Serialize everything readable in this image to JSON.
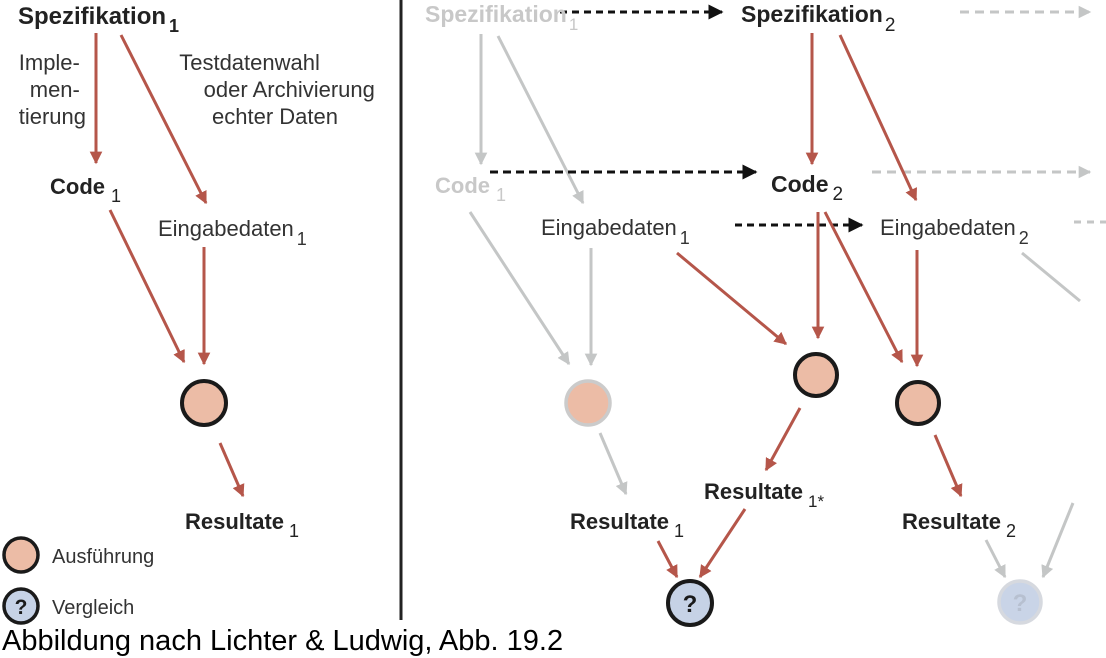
{
  "colors": {
    "active_arrow": "#b5564a",
    "faded_arrow": "#c4c6c6",
    "dashed_arrow": "#111111",
    "execution_fill": "#ecbca6",
    "compare_fill": "#c6d2e6",
    "text_dark": "#222222",
    "text_faded": "#c8c8c8"
  },
  "left": {
    "spec": {
      "label": "Spezifikation",
      "sub": "1"
    },
    "implementation_label": [
      "Imple-",
      "men-",
      "tierung"
    ],
    "testdata_label": [
      "Testdatenwahl",
      "oder Archivierung",
      "echter Daten"
    ],
    "code": {
      "label": "Code",
      "sub": "1"
    },
    "input": {
      "label": "Eingabedaten",
      "sub": "1"
    },
    "result": {
      "label": "Resultate",
      "sub": "1"
    }
  },
  "right": {
    "spec1": {
      "label": "Spezifikation",
      "sub": "1"
    },
    "spec2": {
      "label": "Spezifikation",
      "sub": "2"
    },
    "code1": {
      "label": "Code",
      "sub": "1"
    },
    "code2": {
      "label": "Code",
      "sub": "2"
    },
    "input1": {
      "label": "Eingabedaten",
      "sub": "1"
    },
    "input2": {
      "label": "Eingabedaten",
      "sub": "2"
    },
    "result1": {
      "label": "Resultate",
      "sub": "1"
    },
    "result1star": {
      "label": "Resultate",
      "sub": "1*"
    },
    "result2": {
      "label": "Resultate",
      "sub": "2"
    },
    "compare_symbol": "?"
  },
  "legend": {
    "execution": "Ausführung",
    "compare": "Vergleich",
    "compare_symbol": "?"
  },
  "caption": "Abbildung nach Lichter & Ludwig, Abb. 19.2"
}
